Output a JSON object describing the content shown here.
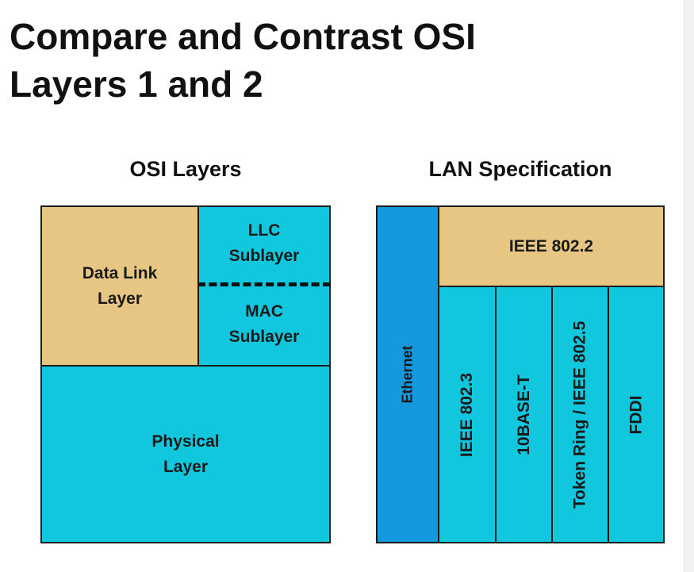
{
  "title": {
    "line1": "Compare and Contrast OSI",
    "line2": "Layers 1 and 2"
  },
  "osi": {
    "heading": "OSI Layers",
    "data_link": {
      "line1": "Data Link",
      "line2": "Layer"
    },
    "llc": {
      "line1": "LLC",
      "line2": "Sublayer"
    },
    "mac": {
      "line1": "MAC",
      "line2": "Sublayer"
    },
    "physical": {
      "line1": "Physical",
      "line2": "Layer"
    }
  },
  "lan": {
    "heading": "LAN Specification",
    "ethernet": "Ethernet",
    "ieee_8022": "IEEE 802.2",
    "columns": [
      "IEEE 802.3",
      "10BASE-T",
      "Token Ring / IEEE 802.5",
      "FDDI"
    ]
  },
  "colors": {
    "tan": "#e7c683",
    "cyan": "#11c7de",
    "blue": "#1498de"
  }
}
